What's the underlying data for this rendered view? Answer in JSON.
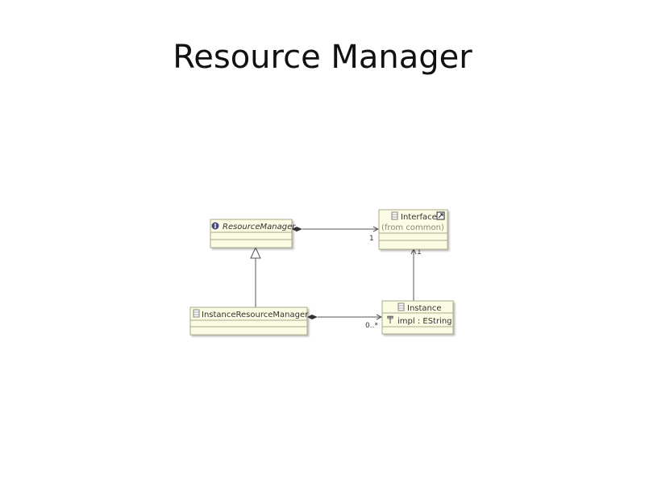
{
  "slide": {
    "title": "Resource Manager"
  },
  "diagram": {
    "classes": {
      "resource_manager": {
        "name": "ResourceManager",
        "stereotype_icon": "interface-icon"
      },
      "interface": {
        "name": "Interface",
        "note": "(from common)",
        "icon": "class-icon",
        "link_icon": "external-link-icon"
      },
      "instance_resource_manager": {
        "name": "InstanceResourceManager",
        "icon": "class-icon"
      },
      "instance": {
        "name": "Instance",
        "icon": "class-icon",
        "attribute": "impl : EString",
        "attribute_icon": "attribute-icon"
      }
    },
    "multiplicities": {
      "rm_to_interface": "1",
      "instance_to_interface": "1",
      "irm_to_instance": "0..*"
    },
    "colors": {
      "class_fill": "#fcfbe3",
      "class_border": "#a9a98a",
      "line": "#555555"
    }
  }
}
